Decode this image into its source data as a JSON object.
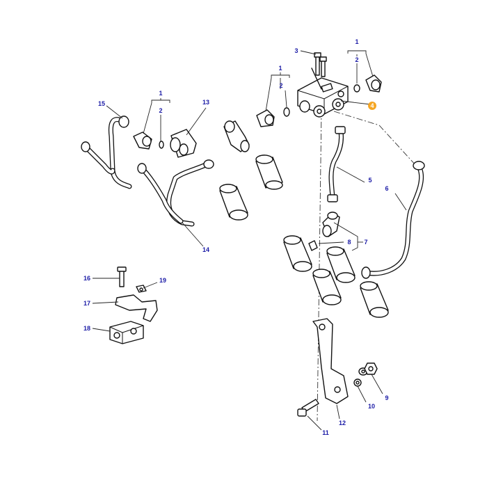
{
  "diagram": {
    "type": "exploded-parts-diagram",
    "highlight_color": "#f5a623",
    "label_color": "#1a1aa6",
    "callouts": {
      "c1a": "1",
      "c2a": "2",
      "c3": "3",
      "c1b": "1",
      "c2b": "2",
      "c4": "4",
      "c1c": "1",
      "c2c": "2",
      "c13": "13",
      "c15": "15",
      "c5": "5",
      "c6": "6",
      "c7": "7",
      "c8": "8",
      "c14": "14",
      "c16": "16",
      "c17": "17",
      "c18": "18",
      "c19": "19",
      "c9": "9",
      "c10": "10",
      "c11": "11",
      "c12": "12"
    }
  }
}
